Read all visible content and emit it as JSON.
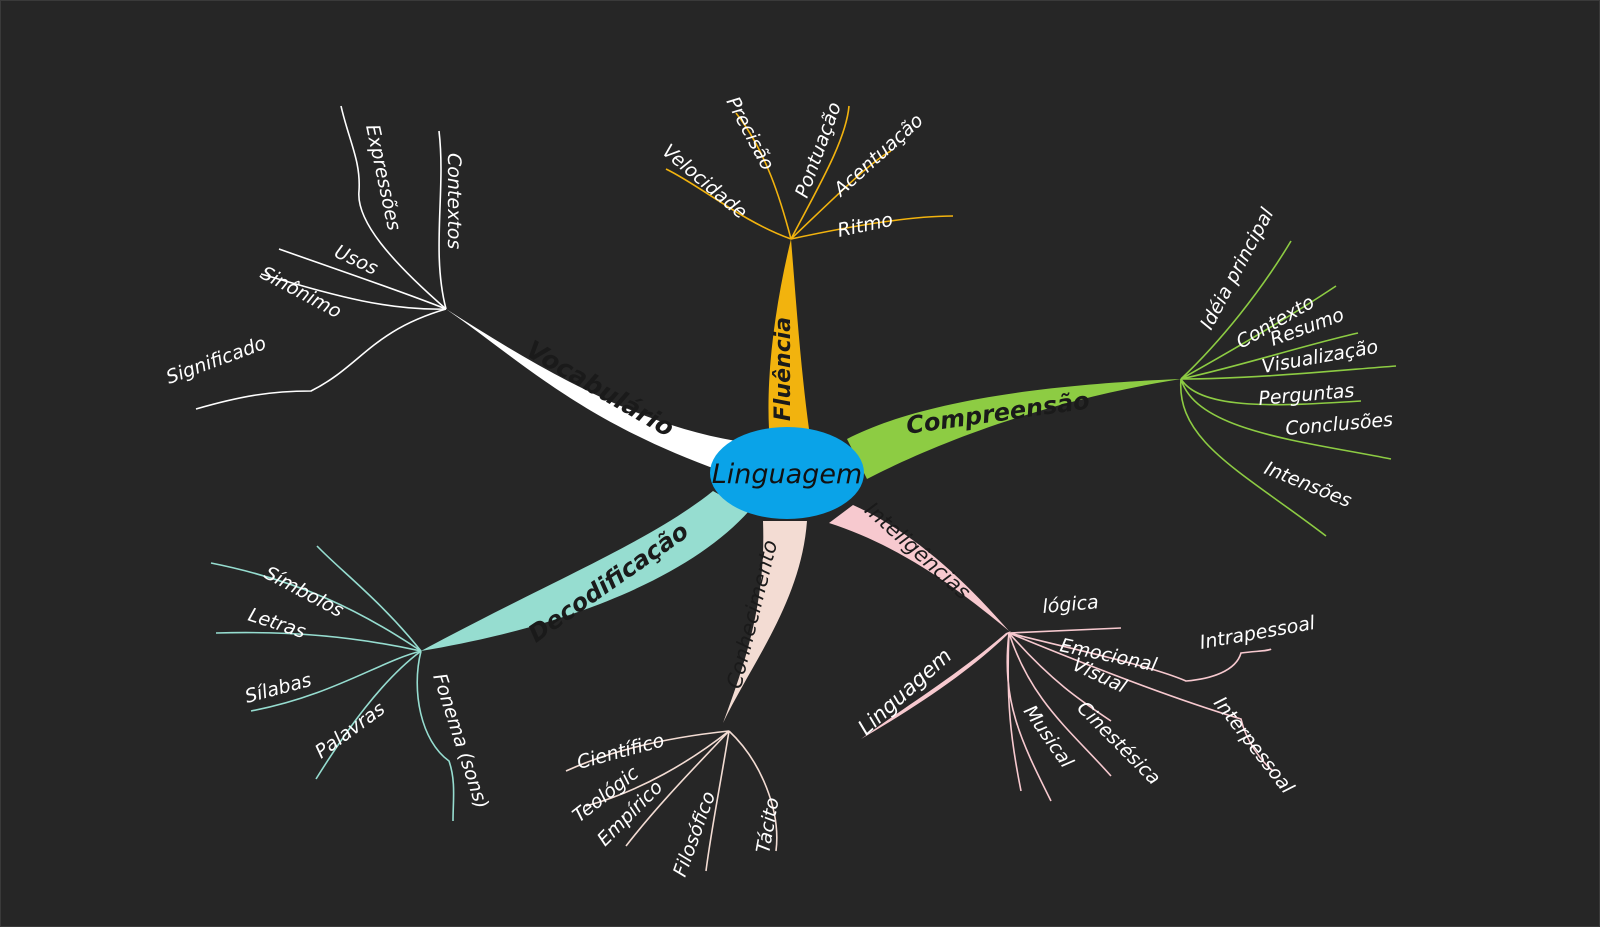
{
  "center": {
    "label": "Linguagem",
    "color": "#0aa3e8"
  },
  "branches": [
    {
      "id": "vocabulario",
      "label": "Vocabulário",
      "color": "#ffffff",
      "label_color": "#1a1a1a",
      "leaves": [
        "Expressões",
        "Contextos",
        "Usos",
        "Sinônimo",
        "Significado"
      ]
    },
    {
      "id": "fluencia",
      "label": "Fluência",
      "color": "#f2b30e",
      "label_color": "#1a1a1a",
      "leaves": [
        "Velocidade",
        "Precisão",
        "Pontuação",
        "Acentuação",
        "Ritmo"
      ]
    },
    {
      "id": "compreensao",
      "label": "Compreensão",
      "color": "#8dcc43",
      "label_color": "#1a1a1a",
      "leaves": [
        "Idéia principal",
        "Contexto",
        "Resumo",
        "Visualização",
        "Perguntas",
        "Conclusões",
        "Intensões"
      ]
    },
    {
      "id": "decodificacao",
      "label": "Decodificação",
      "color": "#96ddd0",
      "label_color": "#1a1a1a",
      "leaves": [
        "Símbolos",
        "Letras",
        "Sílabas",
        "Palavras",
        "Fonema (sons)"
      ]
    },
    {
      "id": "conhecimento",
      "label": "Conhecimento",
      "color": "#f3dcd3",
      "label_color": "#1a1a1a",
      "leaves": [
        "Científico",
        "Teológic",
        "Empírico",
        "Filosófico",
        "Tácito"
      ]
    },
    {
      "id": "inteligencias",
      "label": "Inteligências",
      "color": "#f7c9cf",
      "label_color": "#1a1a1a",
      "leaves": [
        "lógica",
        "Emocional",
        "Intrapessoal",
        "Interpessoal",
        "Visual",
        "Cinestésica",
        "Musical"
      ]
    }
  ],
  "extra": {
    "inteligencias_linguagem": "Linguagem"
  }
}
